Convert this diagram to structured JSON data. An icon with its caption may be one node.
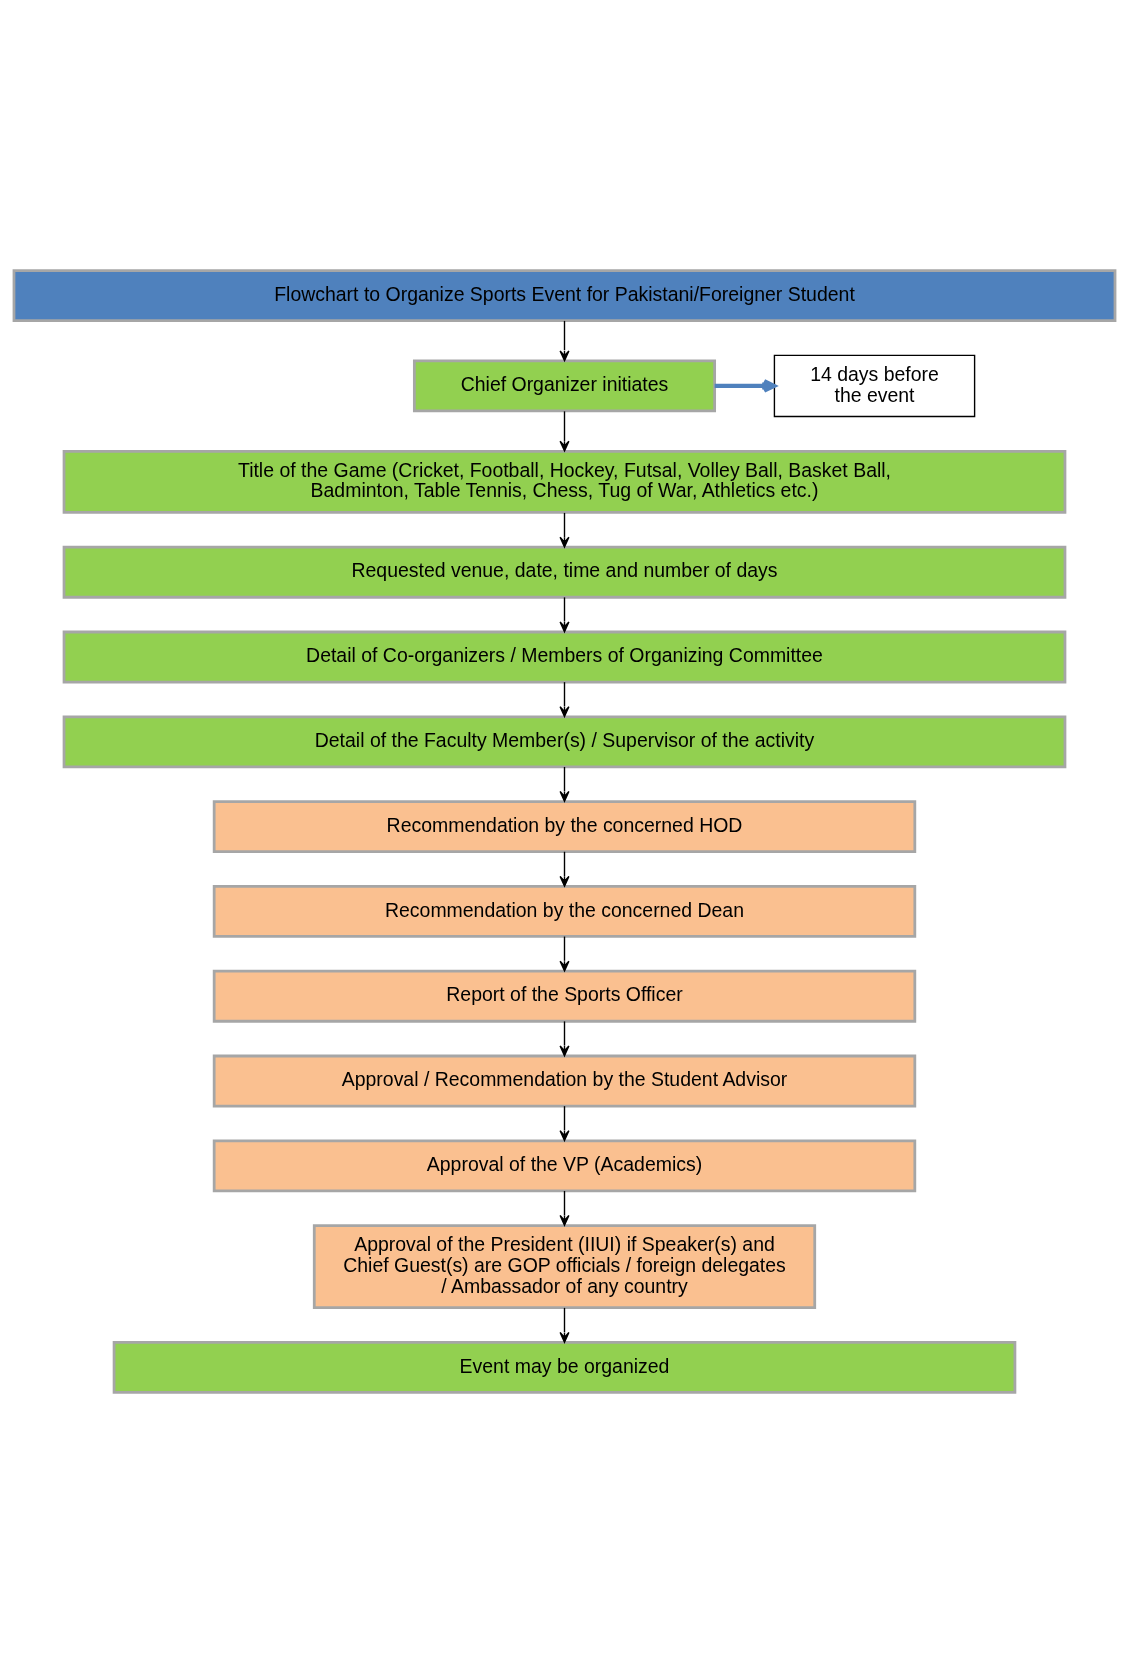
{
  "diagram": {
    "nodes": [
      {
        "text": [
          "Flowchart to Organize Sports Event for Pakistani/Foreigner Student"
        ]
      },
      {
        "text": [
          "Chief Organizer initiates"
        ]
      },
      {
        "text": [
          "14 days before the event"
        ]
      },
      {
        "text": [
          "Title of the Game (Cricket, Football, Hockey, Futsal, Volley Ball, Basket Ball, Badminton, Table Tennis, Chess, Tug of War, Athletics etc.)"
        ]
      },
      {
        "text": [
          "Requested venue, date, time and number of days"
        ]
      },
      {
        "text": [
          "Detail of Co-organizers / Members of Organizing Committee"
        ]
      },
      {
        "text": [
          "Detail of the Faculty Member(s) / Supervisor of the activity"
        ]
      },
      {
        "text": [
          "Recommendation by the concerned HOD"
        ]
      },
      {
        "text": [
          "Recommendation by the concerned Dean"
        ]
      },
      {
        "text": [
          "Report of the Sports Officer"
        ]
      },
      {
        "text": [
          "Approval / Recommendation by the Student Advisor"
        ]
      },
      {
        "text": [
          "Approval of the VP (Academics)"
        ]
      },
      {
        "text": [
          "Approval of the President (IIUI) if Speaker(s) and Chief Guest(s) are GOP officials / foreign delegates / Ambassador of any country"
        ]
      },
      {
        "text": [
          "Event may be organized"
        ]
      }
    ],
    "edges": [
      {
        "from": 0,
        "to": 1,
        "arrow": "to"
      },
      {
        "from": 1,
        "to": 2,
        "arrow": "to",
        "style": "thick",
        "color": "#4f81bd"
      },
      {
        "from": 1,
        "to": 3,
        "arrow": "to"
      },
      {
        "from": 3,
        "to": 4,
        "arrow": "to"
      },
      {
        "from": 4,
        "to": 5,
        "arrow": "to"
      },
      {
        "from": 5,
        "to": 6,
        "arrow": "to"
      },
      {
        "from": 6,
        "to": 7,
        "arrow": "to"
      },
      {
        "from": 7,
        "to": 8,
        "arrow": "to"
      },
      {
        "from": 8,
        "to": 9,
        "arrow": "to"
      },
      {
        "from": 9,
        "to": 10,
        "arrow": "to"
      },
      {
        "from": 10,
        "to": 11,
        "arrow": "to"
      },
      {
        "from": 11,
        "to": 12,
        "arrow": "to"
      },
      {
        "from": 12,
        "to": 13,
        "arrow": "to"
      }
    ]
  }
}
